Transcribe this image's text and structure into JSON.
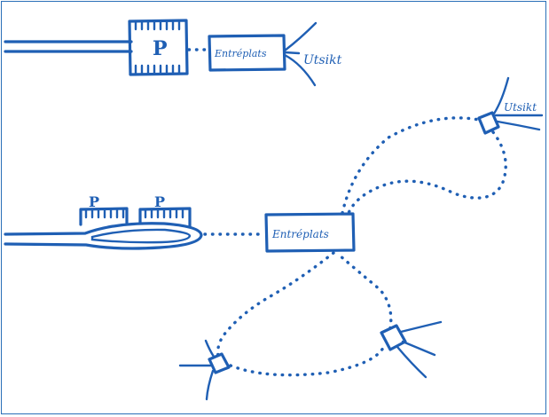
{
  "diagram": {
    "top": {
      "parking_label": "P",
      "entrance_label": "Entréplats",
      "view_label": "Utsikt"
    },
    "bottom": {
      "parking_labels": [
        "P",
        "P"
      ],
      "entrance_label": "Entréplats",
      "view_label": "Utsikt"
    }
  },
  "colors": {
    "ink": "#1f5fb4",
    "frame": "#2a6fb8",
    "paper": "#ffffff"
  }
}
